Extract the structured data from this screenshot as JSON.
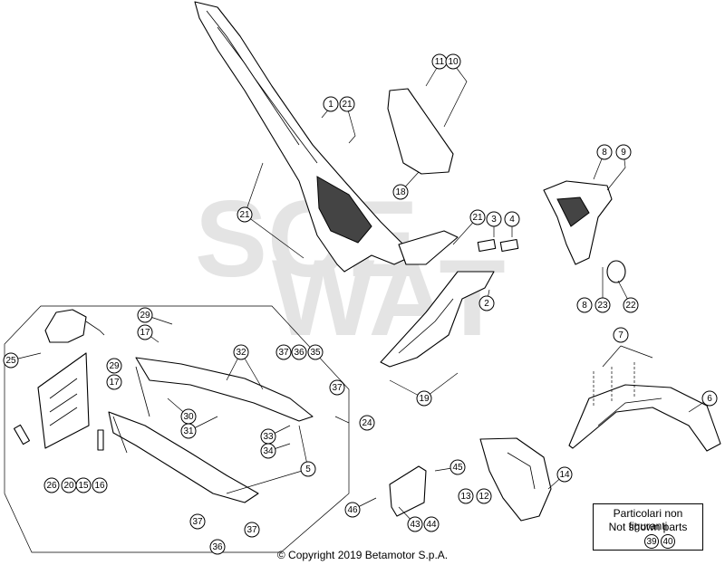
{
  "callouts": [
    "1",
    "21",
    "11",
    "10",
    "18",
    "21",
    "21",
    "3",
    "4",
    "2",
    "8",
    "9",
    "8",
    "23",
    "22",
    "19",
    "7",
    "6",
    "29",
    "17",
    "25",
    "29",
    "17",
    "32",
    "30",
    "31",
    "37",
    "36",
    "35",
    "37",
    "33",
    "34",
    "24",
    "5",
    "26",
    "20",
    "15",
    "16",
    "45",
    "13",
    "12",
    "14",
    "46",
    "43",
    "44",
    "37",
    "36",
    "37",
    "39",
    "40"
  ],
  "watermark": {
    "line1": "SCE",
    "line2": "WAT"
  },
  "not_shown": {
    "line1": "Particolari non figuranti",
    "line2": "Not shown parts",
    "refs": [
      "39",
      "40"
    ]
  },
  "copyright": "© Copyright 2019 Betamotor S.p.A."
}
